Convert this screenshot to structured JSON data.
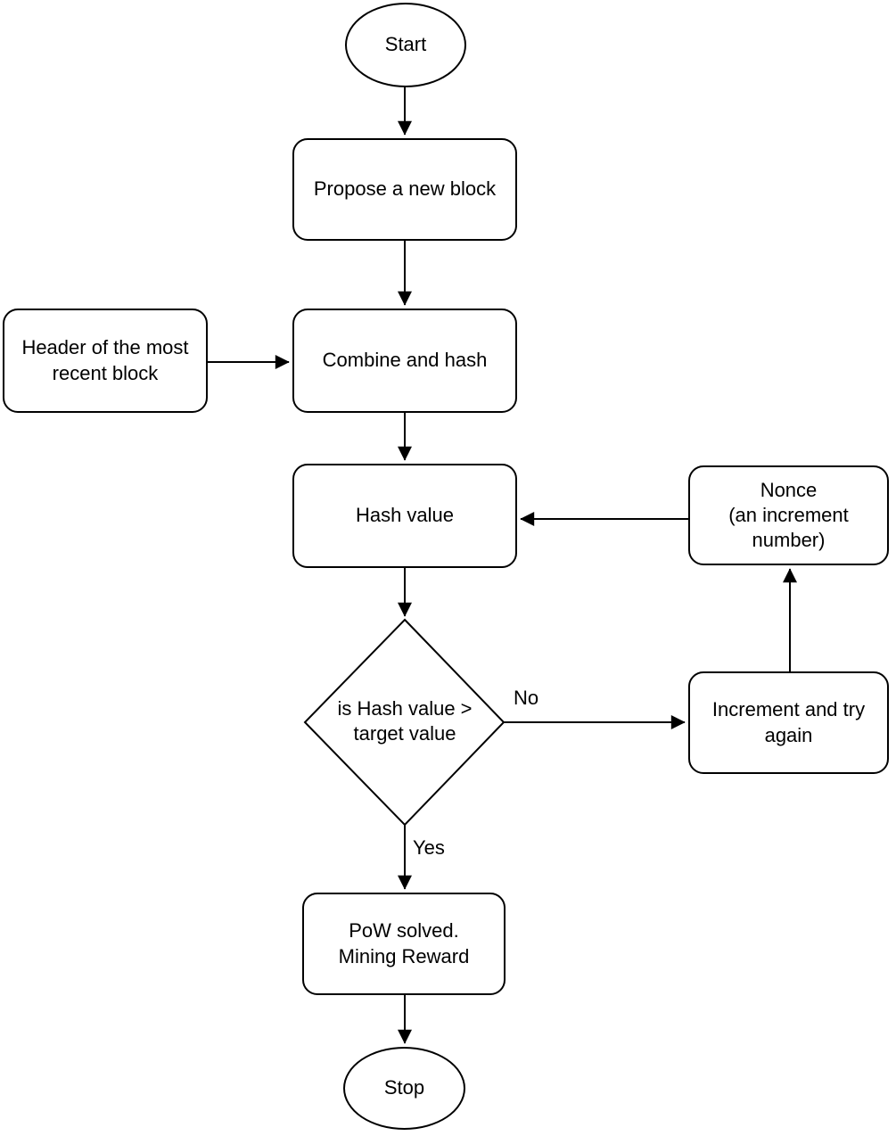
{
  "diagram": {
    "kind": "flowchart",
    "colors": {
      "background": "#ffffff",
      "shape_fill": "#ffffff",
      "stroke": "#000000",
      "text": "#000000"
    },
    "nodes": {
      "start": {
        "shape": "terminator",
        "label": "Start"
      },
      "propose": {
        "shape": "process",
        "label": "Propose a new block"
      },
      "header": {
        "shape": "process",
        "label": "Header of the most\nrecent block"
      },
      "combine": {
        "shape": "process",
        "label": "Combine and hash"
      },
      "hash_value": {
        "shape": "process",
        "label": "Hash value"
      },
      "nonce": {
        "shape": "process",
        "label": "Nonce\n(an increment\nnumber)"
      },
      "decision": {
        "shape": "decision",
        "label": "is Hash value >\ntarget value"
      },
      "increment": {
        "shape": "process",
        "label": "Increment and try\nagain"
      },
      "pow_solved": {
        "shape": "process",
        "label": "PoW solved.\nMining Reward"
      },
      "stop": {
        "shape": "terminator",
        "label": "Stop"
      }
    },
    "edge_labels": {
      "no": "No",
      "yes": "Yes"
    },
    "edges": [
      {
        "from": "start",
        "to": "propose",
        "label": ""
      },
      {
        "from": "propose",
        "to": "combine",
        "label": ""
      },
      {
        "from": "header",
        "to": "combine",
        "label": ""
      },
      {
        "from": "combine",
        "to": "hash_value",
        "label": ""
      },
      {
        "from": "hash_value",
        "to": "decision",
        "label": ""
      },
      {
        "from": "decision",
        "to": "increment",
        "label": "No"
      },
      {
        "from": "increment",
        "to": "nonce",
        "label": ""
      },
      {
        "from": "nonce",
        "to": "hash_value",
        "label": ""
      },
      {
        "from": "decision",
        "to": "pow_solved",
        "label": "Yes"
      },
      {
        "from": "pow_solved",
        "to": "stop",
        "label": ""
      }
    ]
  }
}
